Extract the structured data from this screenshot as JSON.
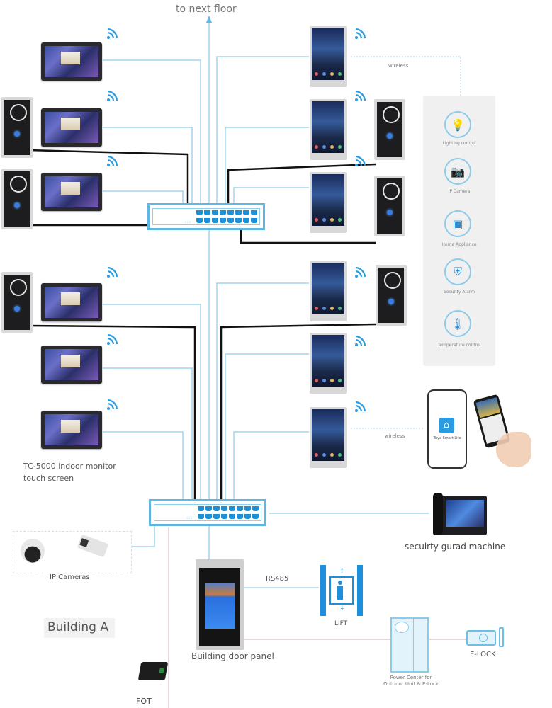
{
  "title": "to next floor",
  "labels": {
    "wireless_top": "wireless",
    "wireless_bottom": "wireless",
    "indoor_monitor_line1": "TC-5000 indoor monitor",
    "indoor_monitor_line2": "touch screen",
    "ip_cameras": "IP Cameras",
    "building": "Building A",
    "fot": "FOT",
    "door_panel": "Building door panel",
    "rs485": "RS485",
    "lift": "LIFT",
    "power_center_line1": "Power Center for",
    "power_center_line2": "Outdoor Unit & E-Lock",
    "elock": "E-LOCK",
    "guard": "secuirty gurad machine",
    "smart_app": "Tuya Smart Life"
  },
  "smart_home": [
    {
      "label": "Lighting control",
      "icon": "lightbulb-icon",
      "glyph": "💡"
    },
    {
      "label": "IP Camera",
      "icon": "camera-icon",
      "glyph": "📷"
    },
    {
      "label": "Home Appliance",
      "icon": "appliance-icon",
      "glyph": "▣"
    },
    {
      "label": "Security Alarm",
      "icon": "shield-icon",
      "glyph": "⛨"
    },
    {
      "label": "Temperature control",
      "icon": "thermometer-icon",
      "glyph": "🌡"
    }
  ],
  "colors": {
    "accent": "#5fb8e4",
    "port": "#1e90d6",
    "cable": "#111111"
  }
}
